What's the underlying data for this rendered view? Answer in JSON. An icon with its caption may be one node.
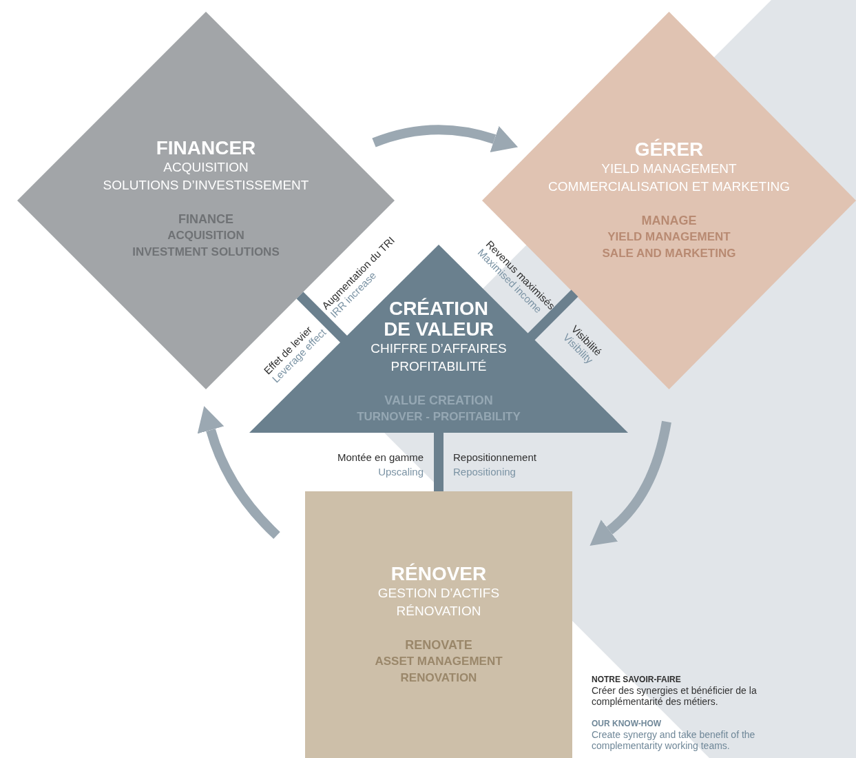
{
  "diagram": {
    "nodes": [
      {
        "text": [
          "FINANCER",
          "ACQUISITION",
          "SOLUTIONS D’INVESTISSEMENT",
          "FINANCE",
          "ACQUISITION",
          "INVESTMENT SOLUTIONS"
        ]
      },
      {
        "text": [
          "GÉRER",
          "YIELD MANAGEMENT",
          "COMMERCIALISATION ET MARKETING",
          "MANAGE",
          "YIELD MANAGEMENT",
          "SALE AND MARKETING"
        ]
      },
      {
        "text": [
          "CRÉATION DE VALEUR",
          "CHIFFRE D’AFFAIRES",
          "PROFITABILITÉ",
          "VALUE CREATION",
          "TURNOVER - PROFITABILITY"
        ]
      },
      {
        "text": [
          "RÉNOVER",
          "GESTION D’ACTIFS",
          "RÉNOVATION",
          "RENOVATE",
          "ASSET MANAGEMENT",
          "RENOVATION"
        ]
      }
    ],
    "edges": [
      {
        "from": 0,
        "to": 1,
        "arrow": "to",
        "color": "#9ba8b2"
      },
      {
        "from": 1,
        "to": 3,
        "arrow": "to",
        "color": "#9ba8b2"
      },
      {
        "from": 3,
        "to": 0,
        "arrow": "to",
        "color": "#9ba8b2"
      },
      {
        "from": 2,
        "to": 0,
        "arrow": "none",
        "color": "#6b808e"
      },
      {
        "from": 2,
        "to": 1,
        "arrow": "none",
        "color": "#6b808e"
      },
      {
        "from": 2,
        "to": 3,
        "arrow": "none",
        "color": "#6b808e"
      }
    ],
    "labels": [
      "Augmentation du TRI",
      "IRR increase",
      "Revenus maximisés",
      "Maximised income",
      "Effet de levier",
      "Leverage effect",
      "Visibilité",
      "Visibility",
      "Montée en gamme",
      "Upscaling",
      "Repositionnement",
      "Repositioning",
      "NOTRE SAVOIR-FAIRE",
      "Créer des synergies et bénéficier de la complémentarité des métiers.",
      "OUR KNOW-HOW",
      "Create synergy and take benefit of the complementarity working teams."
    ]
  }
}
